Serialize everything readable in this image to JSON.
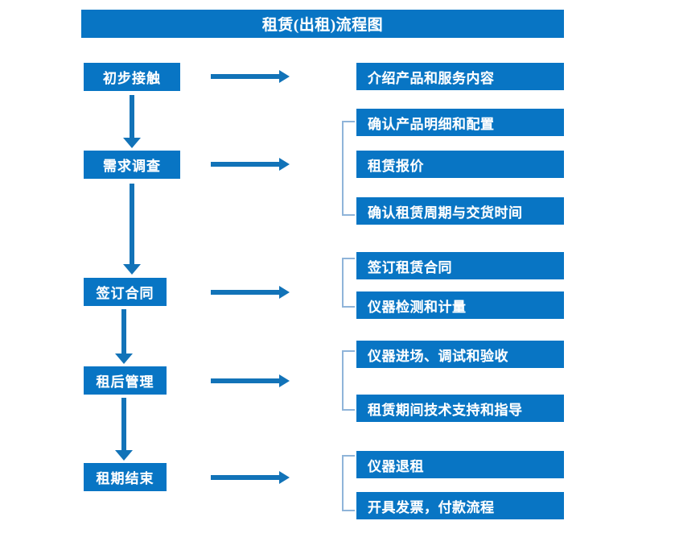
{
  "diagram": {
    "title": "租赁(出租)流程图",
    "theme": {
      "box_fill": "#0875c4",
      "box_text": "#ffffff",
      "arrow_color": "#1273b8",
      "bracket_color": "#8fb4d9",
      "background": "#ffffff"
    },
    "stages": [
      {
        "id": "stage-1",
        "label": "初步接触",
        "details": [
          "介绍产品和服务内容"
        ],
        "bracketed": false
      },
      {
        "id": "stage-2",
        "label": "需求调查",
        "details": [
          "确认产品明细和配置",
          "租赁报价",
          "确认租赁周期与交货时间"
        ],
        "bracketed": true
      },
      {
        "id": "stage-3",
        "label": "签订合同",
        "details": [
          "签订租赁合同",
          "仪器检测和计量"
        ],
        "bracketed": true
      },
      {
        "id": "stage-4",
        "label": "租后管理",
        "details": [
          "仪器进场、调试和验收",
          "租赁期间技术支持和指导"
        ],
        "bracketed": true
      },
      {
        "id": "stage-5",
        "label": "租期结束",
        "details": [
          "仪器退租",
          "开具发票，付款流程"
        ],
        "bracketed": true
      }
    ],
    "connectors": {
      "down_arrow_icon": "arrow-down-icon",
      "right_arrow_icon": "arrow-right-icon",
      "bracket_icon": "group-bracket-icon"
    }
  }
}
